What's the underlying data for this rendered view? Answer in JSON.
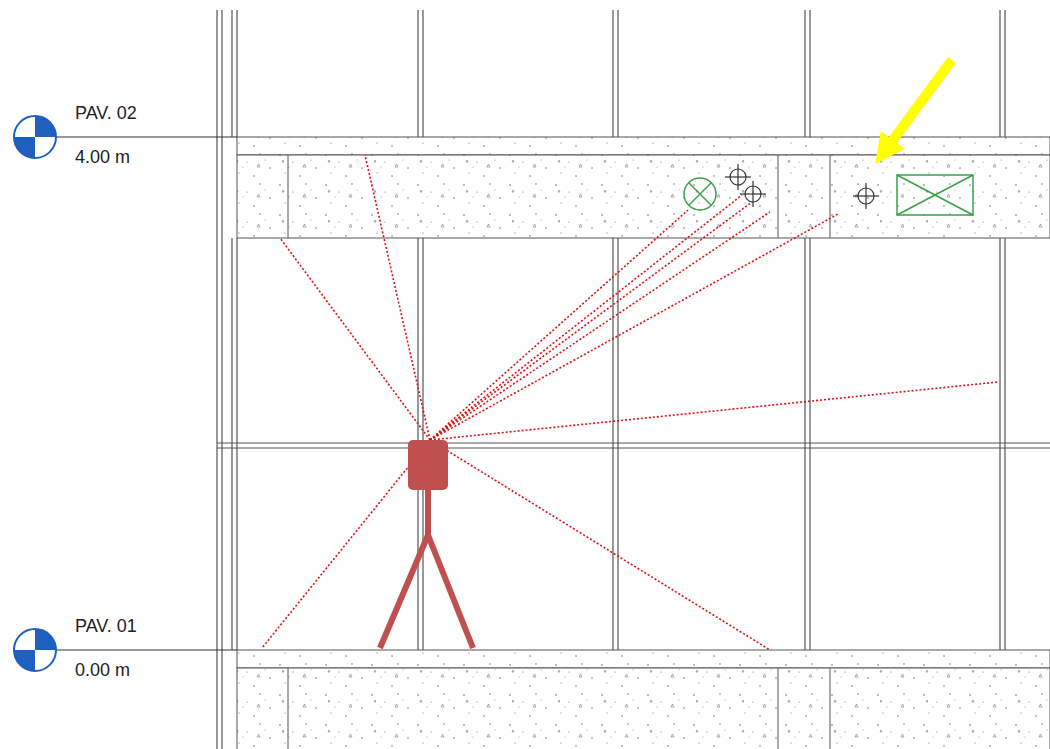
{
  "diagram": {
    "labels": [
      "PAV. 02",
      "4.00 m",
      "PAV. 01",
      "0.00 m"
    ]
  }
}
